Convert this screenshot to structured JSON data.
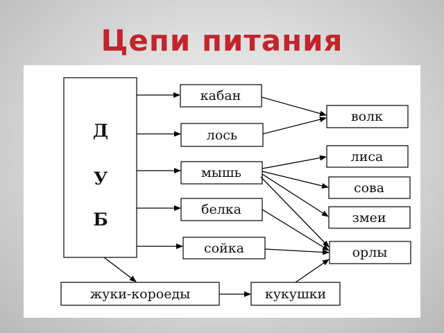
{
  "title": "Цепи питания",
  "oak": {
    "letters": [
      "Д",
      "У",
      "Б"
    ]
  },
  "nodes": {
    "kaban": "кабан",
    "los": "лось",
    "mysh": "мышь",
    "belka": "белка",
    "soyka": "сойка",
    "zhuki": "жуки-короеды",
    "volk": "волк",
    "lisa": "лиса",
    "sova": "сова",
    "zmei": "змеи",
    "orly": "орлы",
    "kukushki": "кукушки"
  }
}
